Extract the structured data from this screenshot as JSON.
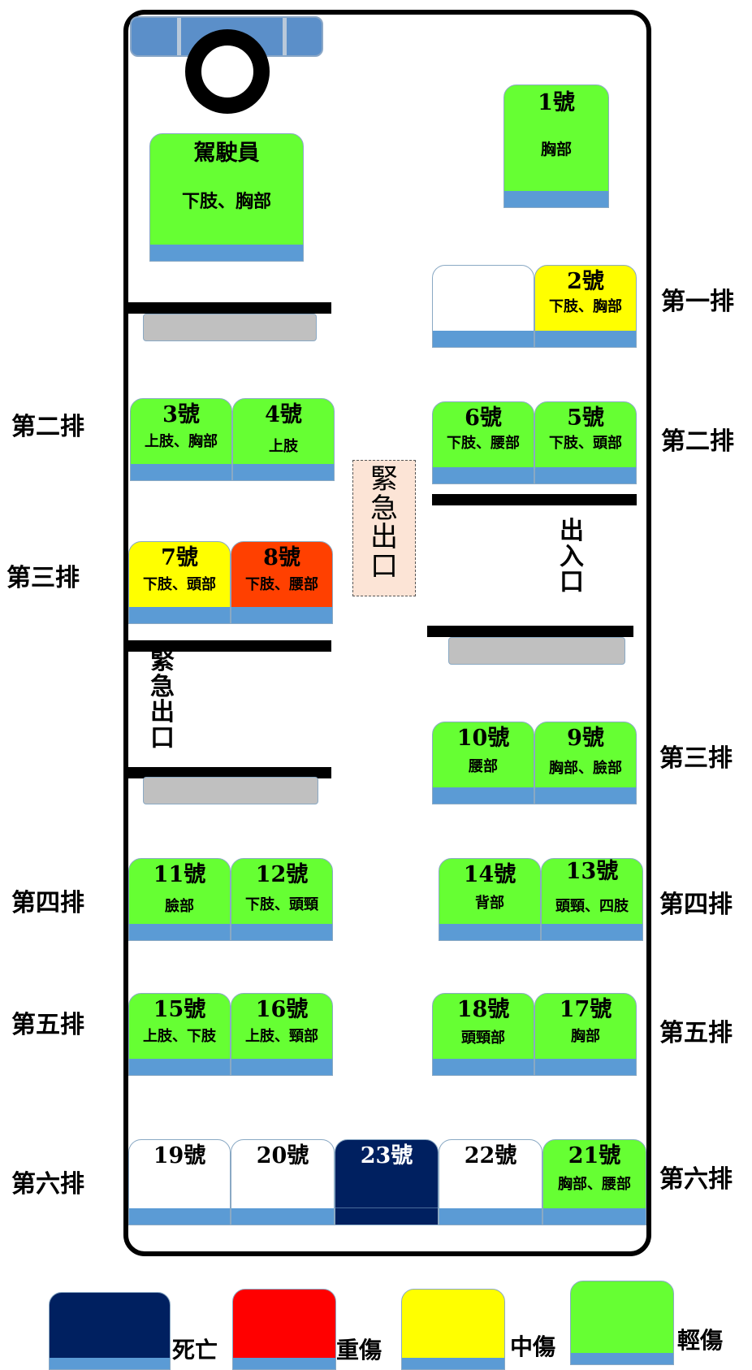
{
  "colors": {
    "death": "#002060",
    "serious": "#ff0000",
    "moderate": "#ffff00",
    "minor": "#66ff33",
    "none": "#ffffff"
  },
  "driver": {
    "num": "駕駛員",
    "inj": "下肢、胸部"
  },
  "seats": {
    "s1": {
      "num": "1號",
      "inj": "胸部"
    },
    "s2": {
      "num": "2號",
      "inj": "下肢、胸部"
    },
    "s3": {
      "num": "3號",
      "inj": "上肢、胸部"
    },
    "s4": {
      "num": "4號",
      "inj": "上肢"
    },
    "s5": {
      "num": "5號",
      "inj": "下肢、頭部"
    },
    "s6": {
      "num": "6號",
      "inj": "下肢、腰部"
    },
    "s7": {
      "num": "7號",
      "inj": "下肢、頭部"
    },
    "s8": {
      "num": "8號",
      "inj": "下肢、腰部"
    },
    "s9": {
      "num": "9號",
      "inj": "胸部、臉部"
    },
    "s10": {
      "num": "10號",
      "inj": "腰部"
    },
    "s11": {
      "num": "11號",
      "inj": "臉部"
    },
    "s12": {
      "num": "12號",
      "inj": "下肢、頭頸"
    },
    "s13": {
      "num": "13號",
      "inj": "頭頸、四肢"
    },
    "s14": {
      "num": "14號",
      "inj": "背部"
    },
    "s15": {
      "num": "15號",
      "inj": "上肢、下肢"
    },
    "s16": {
      "num": "16號",
      "inj": "上肢、頸部"
    },
    "s17": {
      "num": "17號",
      "inj": "胸部"
    },
    "s18": {
      "num": "18號",
      "inj": "頭頸部"
    },
    "s19": {
      "num": "19號"
    },
    "s20": {
      "num": "20號"
    },
    "s21": {
      "num": "21號",
      "inj": "胸部、腰部"
    },
    "s22": {
      "num": "22號"
    },
    "s23": {
      "num": "23號"
    }
  },
  "rows": {
    "left": [
      "第二排",
      "第三排",
      "第四排",
      "第五排",
      "第六排"
    ],
    "right": [
      "第一排",
      "第二排",
      "第三排",
      "第四排",
      "第五排",
      "第六排"
    ]
  },
  "exits": {
    "emergency_center": "緊急出口",
    "emergency_left": "緊急出口",
    "entrance": "出入口"
  },
  "legend": {
    "death": "死亡",
    "serious": "重傷",
    "moderate": "中傷",
    "minor": "輕傷"
  }
}
